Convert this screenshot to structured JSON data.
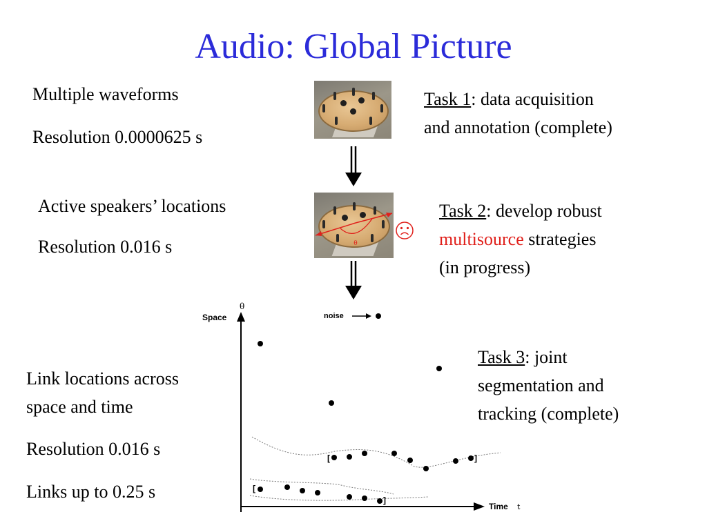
{
  "title": "Audio: Global Picture",
  "left_top": {
    "line1": "Multiple waveforms",
    "line2": "Resolution 0.0000625 s"
  },
  "left_mid": {
    "line1": "Active speakers’ locations",
    "line2": "Resolution 0.016 s"
  },
  "left_bottom": {
    "line1": "Link locations across",
    "line2": "space and time",
    "line3": "Resolution 0.016 s",
    "line4": "Links up to 0.25 s"
  },
  "task1": {
    "label": "Task 1",
    "rest_line1": ": data acquisition",
    "line2": "and annotation (complete)"
  },
  "task2": {
    "label": "Task 2",
    "rest_line1": ": develop robust",
    "highlight": "multisource",
    "rest_line2": " strategies",
    "line3": "(in progress)"
  },
  "task3": {
    "label": "Task 3",
    "rest_line1": ": joint",
    "line2": "segmentation and",
    "line3": "tracking (complete)"
  },
  "mid_photo": {
    "theta_label": "θ",
    "face_icon": "frowning-face-icon"
  },
  "plot": {
    "y_label": "Space",
    "y_symbol": "θ",
    "x_label": "Time",
    "x_symbol": "t",
    "noise_label": "noise",
    "bracket_open": "[",
    "bracket_close": "]"
  },
  "colors": {
    "title": "#2b2bd9",
    "highlight": "#e0201b"
  }
}
